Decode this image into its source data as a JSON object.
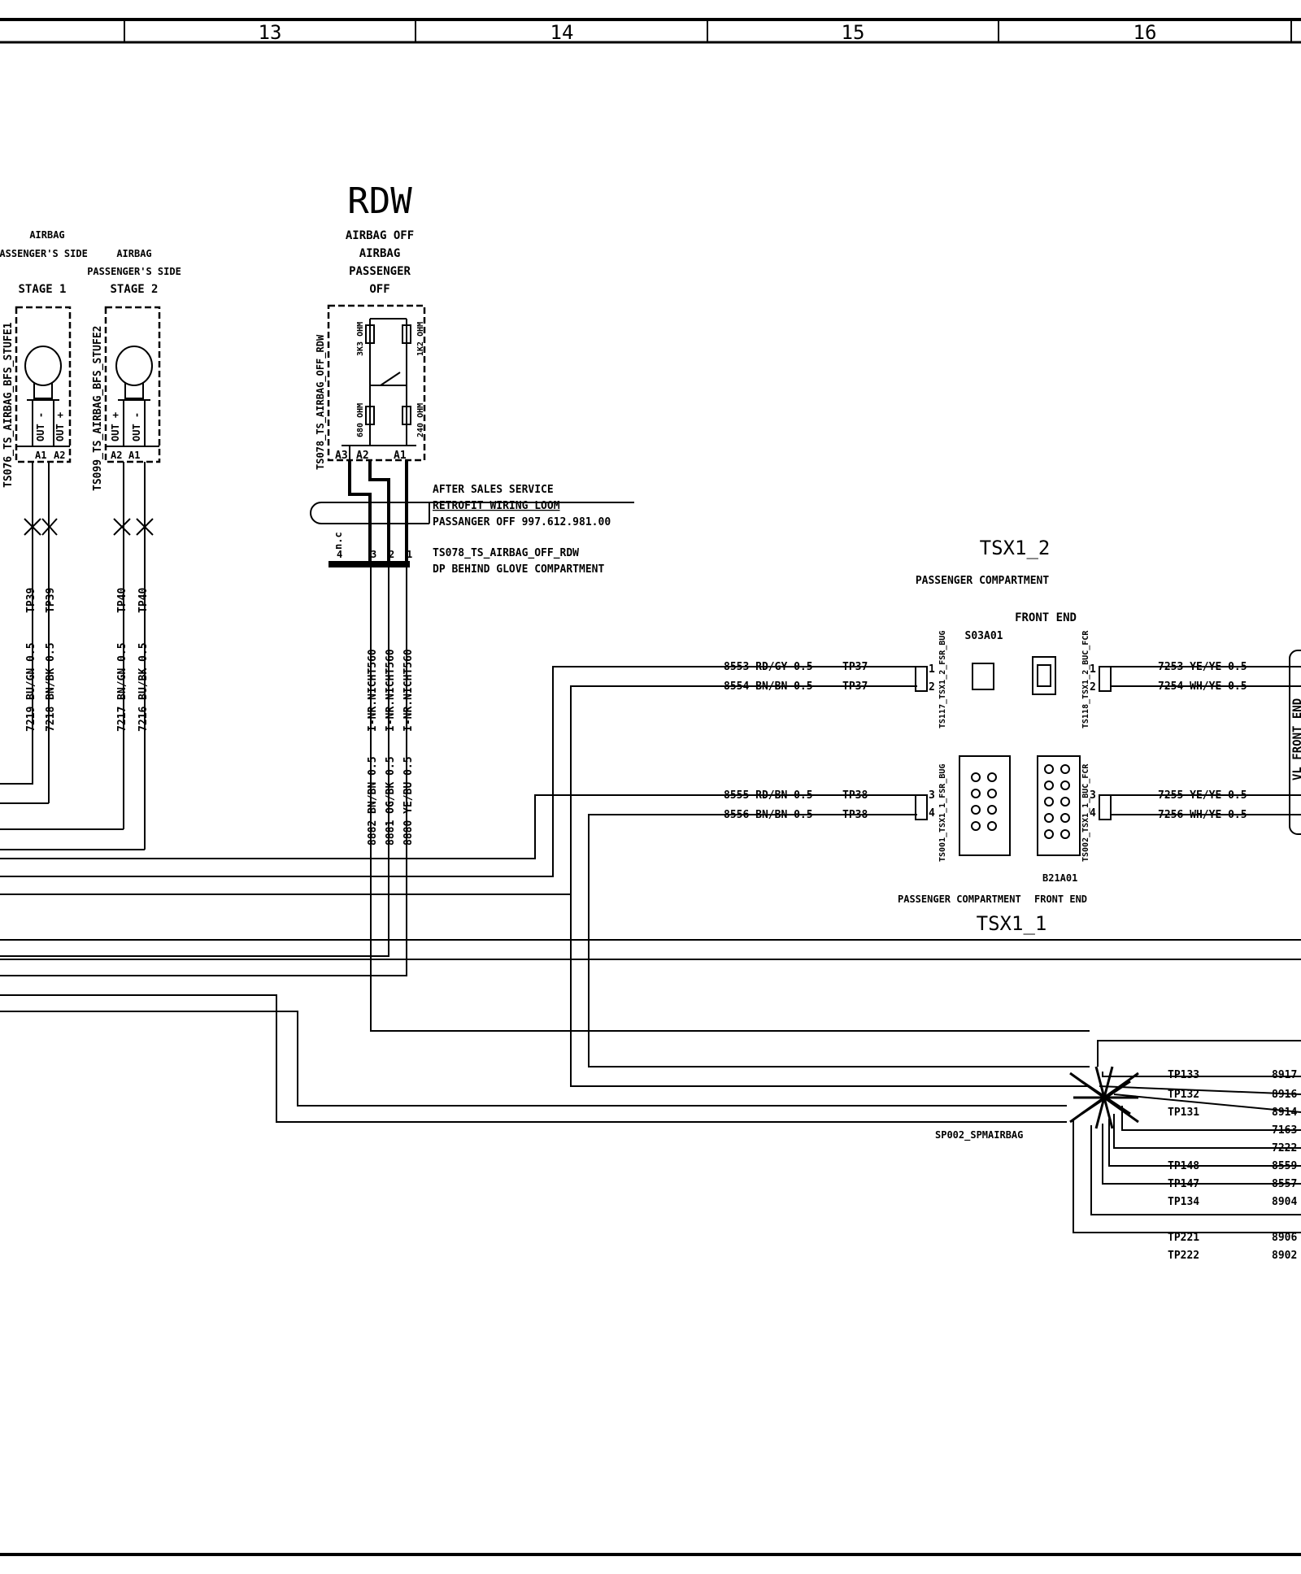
{
  "grid": {
    "columns": [
      "13",
      "14",
      "15",
      "16"
    ]
  },
  "components": {
    "stage1": {
      "title_lines": [
        "AIRBAG",
        "PASSENGER'S SIDE",
        "STAGE 1"
      ],
      "id": "TS076_TS_AIRBAG_BFS_STUFE1",
      "pins": [
        "OUT -",
        "OUT +"
      ],
      "pin_numbers": [
        "A1",
        "A2"
      ],
      "wires": [
        "7219 BU/GN 0.5",
        "7218 BN/BK 0.5"
      ],
      "test_points": [
        "TP39",
        "TP39"
      ]
    },
    "stage2": {
      "title_lines": [
        "AIRBAG",
        "PASSENGER'S SIDE",
        "STAGE 2"
      ],
      "id": "TS099_TS_AIRBAG_BFS_STUFE2",
      "pins": [
        "OUT +",
        "OUT -"
      ],
      "pin_numbers": [
        "A2",
        "A1"
      ],
      "wires": [
        "7217 BN/GN 0.5",
        "7216 BU/BK 0.5"
      ],
      "test_points": [
        "TP40",
        "TP40"
      ]
    },
    "rdw": {
      "label": "RDW",
      "title_lines": [
        "AIRBAG OFF",
        "AIRBAG",
        "PASSENGER",
        "OFF"
      ],
      "id": "TS078_TS_AIRBAG_OFF_RDW",
      "resistors": [
        "3K3 OHM",
        "1K2 OHM",
        "680 OHM",
        "240 OHM"
      ],
      "pin_numbers": [
        "A3",
        "A2",
        "A1"
      ],
      "retrofit_lines": [
        "AFTER SALES SERVICE",
        "RETROFIT WIRING LOOM",
        "PASSANGER OFF  997.612.981.00"
      ],
      "plug_lines": [
        "TS078_TS_AIRBAG_OFF_RDW",
        "DP  BEHIND GLOVE COMPARTMENT"
      ],
      "plug_pins": [
        "4",
        "3",
        "2",
        "1"
      ],
      "nc": "n.c",
      "wires": [
        "8882 BN/BN 0.5",
        "8881 OG/BK 0.5",
        "8880 YE/BU 0.5"
      ],
      "inr": [
        "I-NR.NICHT560",
        "I-NR.NICHT560",
        "I-NR.NICHT560"
      ]
    },
    "tsx1_2": {
      "title": "TSX1_2",
      "sub": "PASSENGER COMPARTMENT",
      "front": "FRONT END",
      "s03": "S03A01",
      "left_id": "TS117_TSX1_2_FSR_BUG",
      "right_id": "TS118_TSX1_2_BUC_FCR",
      "left_wires": [
        "8553 RD/GY 0.5",
        "8554 BN/BN 0.5"
      ],
      "left_tp": [
        "TP37",
        "TP37"
      ],
      "right_wires": [
        "7253 YE/YE 0.5",
        "7254 WH/YE 0.5"
      ],
      "pins_l": [
        "1",
        "2"
      ],
      "pins_r": [
        "1",
        "2"
      ]
    },
    "tsx1_1": {
      "title": "TSX1_1",
      "sub": "PASSENGER COMPARTMENT",
      "front": "FRONT END",
      "b21": "B21A01",
      "left_id": "TS001_TSX1_1_FSR_BUG",
      "right_id": "TS002_TSX1_1_BUC_FCR",
      "left_wires": [
        "8555 RD/BN 0.5",
        "8556 BN/BN 0.5"
      ],
      "left_tp": [
        "TP38",
        "TP38"
      ],
      "right_wires": [
        "7255 YE/YE 0.5",
        "7256 WH/YE 0.5"
      ],
      "pins_l": [
        "3",
        "4"
      ],
      "pins_r": [
        "3",
        "4"
      ]
    },
    "splice": {
      "id": "SP002_SPMAIRBAG",
      "tps": [
        "TP133",
        "TP132",
        "TP131",
        "",
        "",
        "TP148",
        "TP147",
        "TP134",
        "TP221",
        "TP222"
      ],
      "wire_nums": [
        "8917",
        "8916",
        "8914",
        "7163",
        "7222",
        "8559",
        "8557",
        "8904",
        "8906",
        "8902"
      ]
    },
    "right_box": {
      "label": "VL FRONT END"
    }
  }
}
